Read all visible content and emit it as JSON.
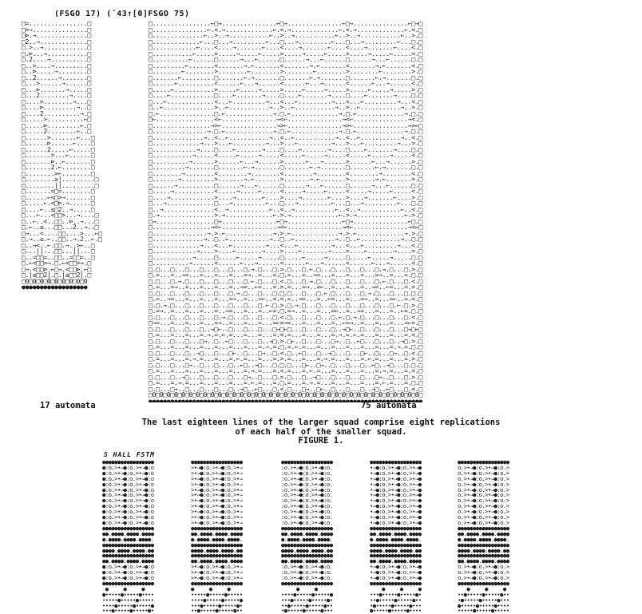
{
  "header": {
    "text": "(FSGO 17)  (¯43↑[0]FSGO 75)"
  },
  "grid17_lines": [
    "□=................□",
    "□>→...............□",
    "□⊳.→..............□",
    "□2..→.............□",
    "□.>..→............□",
    "□.⊳...→...........□",
    "□.2....→..........□",
    "□..>....→.........□",
    "□..⊳.....→........□",
    "□..2......→.......□",
    "□...>......→......□",
    "□...⊳.......→.....□",
    "□...2........→....□",
    "□....>........→...□",
    "□....⊳.........→..□",
    "□....2..........→.□",
    "□.....>..........←□",
    "□.....⊳.........←.□",
    "□.....2........←..□",
    "□......>.......←...□",
    "□......⊳......←....□",
    "□......2.....←.....□",
    "□.......>...←......□",
    "□.......⊳..←.......□",
    "□.......2.←........□",
    "□........>←........□",
    "□........≥|.........□",
    "□........||.........□",
    "□.......=□=........□",
    "□......←<□>→.......□",
    "□.....←.<□⊳.→......□",
    "□....←..≤□2..→.....□",
    "□...←...<□□>...→....□",
    "□..←..<..□□..⊳..→...□",
    "□.←..≤...□□...2..→..□",
    "□→...<....□□....>...←□",
    "□.→..≤.←..□□..→.2..←.□",
    "□..→<..←.□□.→..>←..□",
    "□...||...□□...||...□",
    "□..=□□=..□□..=□□=..□",
    "□.←<□□>→.□.←<□□>→.□",
    "□→.<□□⊳.←□→.<□□⊳.←□",
    "□.|≤□□2|.□.|≤□□2|.□",
    "□0□0□0□0□0□0□0□0□0",
    "●●●●●●●●●●●●●●●●●●"
  ],
  "label17": "17  automata",
  "label75": "75  automata",
  "caption": {
    "line1": "The last eighteen lines of the larger squad comprise eight replications",
    "line2": "of each half of the smaller squad.",
    "figure": "FIGURE  1."
  },
  "small_title": "S HALL FSTM",
  "small_panels_count": 5
}
